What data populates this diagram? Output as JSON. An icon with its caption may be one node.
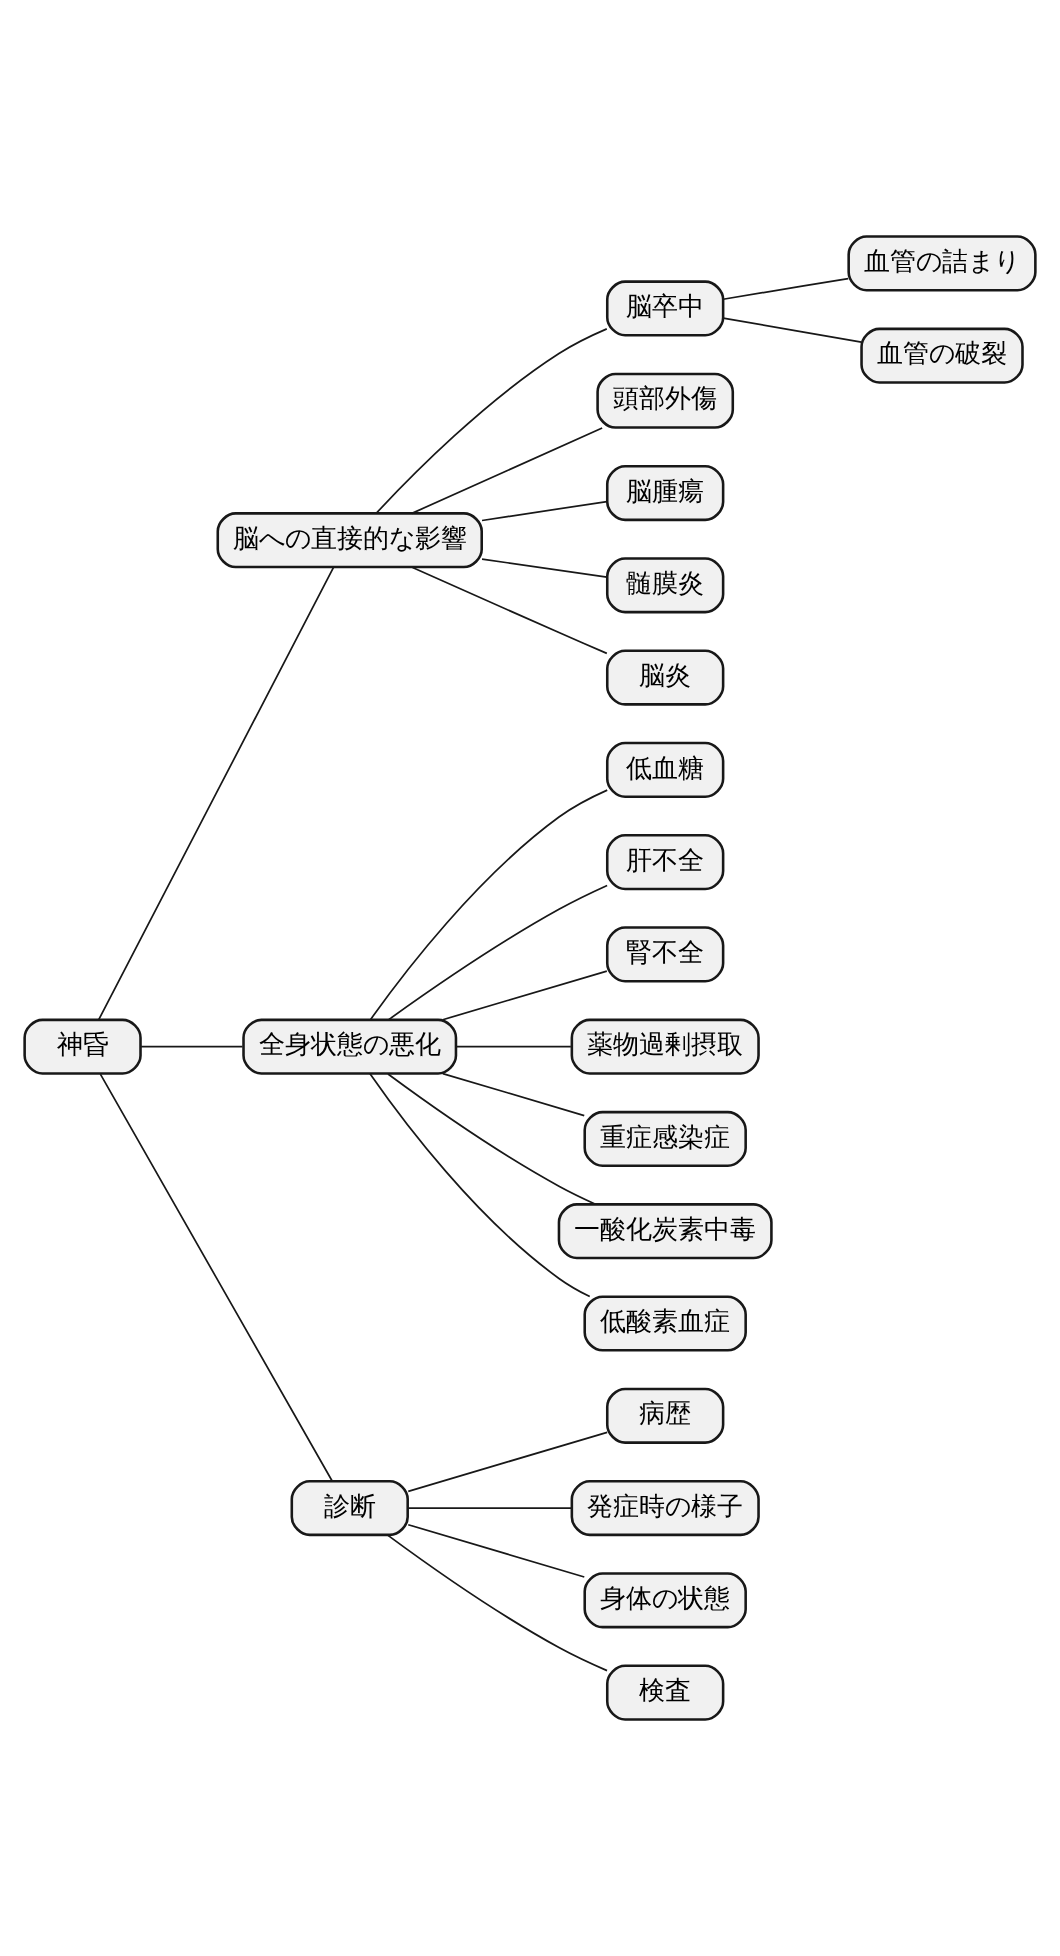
{
  "diagram": {
    "nodes": [
      {
        "text": [
          "神昏"
        ]
      },
      {
        "text": [
          "脳への直接的な影響"
        ]
      },
      {
        "text": [
          "脳卒中"
        ]
      },
      {
        "text": [
          "血管の詰まり"
        ]
      },
      {
        "text": [
          "血管の破裂"
        ]
      },
      {
        "text": [
          "頭部外傷"
        ]
      },
      {
        "text": [
          "脳腫瘍"
        ]
      },
      {
        "text": [
          "髄膜炎"
        ]
      },
      {
        "text": [
          "脳炎"
        ]
      },
      {
        "text": [
          "全身状態の悪化"
        ]
      },
      {
        "text": [
          "低血糖"
        ]
      },
      {
        "text": [
          "肝不全"
        ]
      },
      {
        "text": [
          "腎不全"
        ]
      },
      {
        "text": [
          "薬物過剰摂取"
        ]
      },
      {
        "text": [
          "重症感染症"
        ]
      },
      {
        "text": [
          "一酸化炭素中毒"
        ]
      },
      {
        "text": [
          "低酸素血症"
        ]
      },
      {
        "text": [
          "診断"
        ]
      },
      {
        "text": [
          "病歴"
        ]
      },
      {
        "text": [
          "発症時の様子"
        ]
      },
      {
        "text": [
          "身体の状態"
        ]
      },
      {
        "text": [
          "検査"
        ]
      }
    ],
    "edges": [
      {
        "from": 0,
        "to": 1,
        "arrow": "none"
      },
      {
        "from": 1,
        "to": 2,
        "arrow": "none"
      },
      {
        "from": 2,
        "to": 3,
        "arrow": "none"
      },
      {
        "from": 2,
        "to": 4,
        "arrow": "none"
      },
      {
        "from": 1,
        "to": 5,
        "arrow": "none"
      },
      {
        "from": 1,
        "to": 6,
        "arrow": "none"
      },
      {
        "from": 1,
        "to": 7,
        "arrow": "none"
      },
      {
        "from": 1,
        "to": 8,
        "arrow": "none"
      },
      {
        "from": 0,
        "to": 9,
        "arrow": "none"
      },
      {
        "from": 9,
        "to": 10,
        "arrow": "none"
      },
      {
        "from": 9,
        "to": 11,
        "arrow": "none"
      },
      {
        "from": 9,
        "to": 12,
        "arrow": "none"
      },
      {
        "from": 9,
        "to": 13,
        "arrow": "none"
      },
      {
        "from": 9,
        "to": 14,
        "arrow": "none"
      },
      {
        "from": 9,
        "to": 15,
        "arrow": "none"
      },
      {
        "from": 9,
        "to": 16,
        "arrow": "none"
      },
      {
        "from": 0,
        "to": 17,
        "arrow": "none"
      },
      {
        "from": 17,
        "to": 18,
        "arrow": "none"
      },
      {
        "from": 17,
        "to": 19,
        "arrow": "none"
      },
      {
        "from": 17,
        "to": 20,
        "arrow": "none"
      },
      {
        "from": 17,
        "to": 21,
        "arrow": "none"
      }
    ]
  }
}
